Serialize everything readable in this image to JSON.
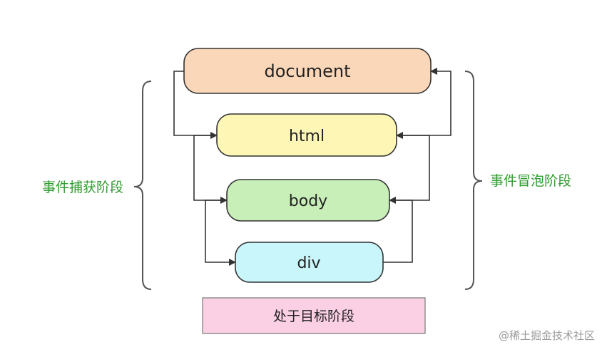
{
  "nodes": {
    "document": {
      "label": "document",
      "fill": "#fbd7b9"
    },
    "html": {
      "label": "html",
      "fill": "#fdf6b5"
    },
    "body": {
      "label": "body",
      "fill": "#c9efb9"
    },
    "div": {
      "label": "div",
      "fill": "#c9f6fb"
    }
  },
  "target_phase": {
    "label": "处于目标阶段",
    "fill": "#fbd0e4"
  },
  "capture_phase": {
    "label": "事件捕获阶段"
  },
  "bubble_phase": {
    "label": "事件冒泡阶段"
  },
  "watermark": {
    "text": "@稀土掘金技术社区"
  },
  "colors": {
    "phase_text": "#2f9a2f",
    "stroke": "#333333",
    "bracket": "#555555",
    "target_border": "#8a8a8a"
  }
}
